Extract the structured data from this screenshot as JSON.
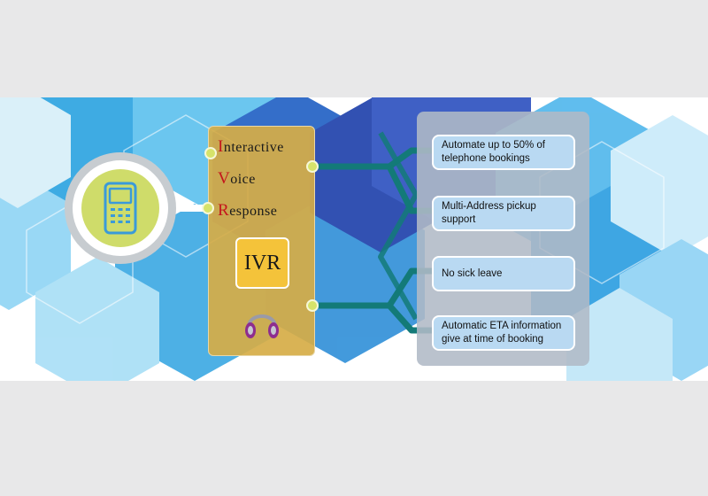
{
  "ivr": {
    "line1_initial": "I",
    "line1_rest": "nteractive",
    "line2_initial": "V",
    "line2_rest": "oice",
    "line3_initial": "R",
    "line3_rest": "esponse",
    "badge": "IVR"
  },
  "benefits": [
    {
      "label": "Automate up to 50% of telephone bookings"
    },
    {
      "label": "Multi-Address pickup support"
    },
    {
      "label": "No sick leave"
    },
    {
      "label": "Automatic ETA information give at time of booking"
    }
  ],
  "icons": {
    "phone": "mobile-phone-icon",
    "headphones": "headphones-icon"
  },
  "colors": {
    "ivr_panel": "#d6ac46",
    "ivr_badge": "#f4c33a",
    "initial_letters": "#c4161c",
    "connector": "#137a78",
    "benefit_box": "#b9d9f2",
    "phone_disc": "#cfdc6a"
  }
}
